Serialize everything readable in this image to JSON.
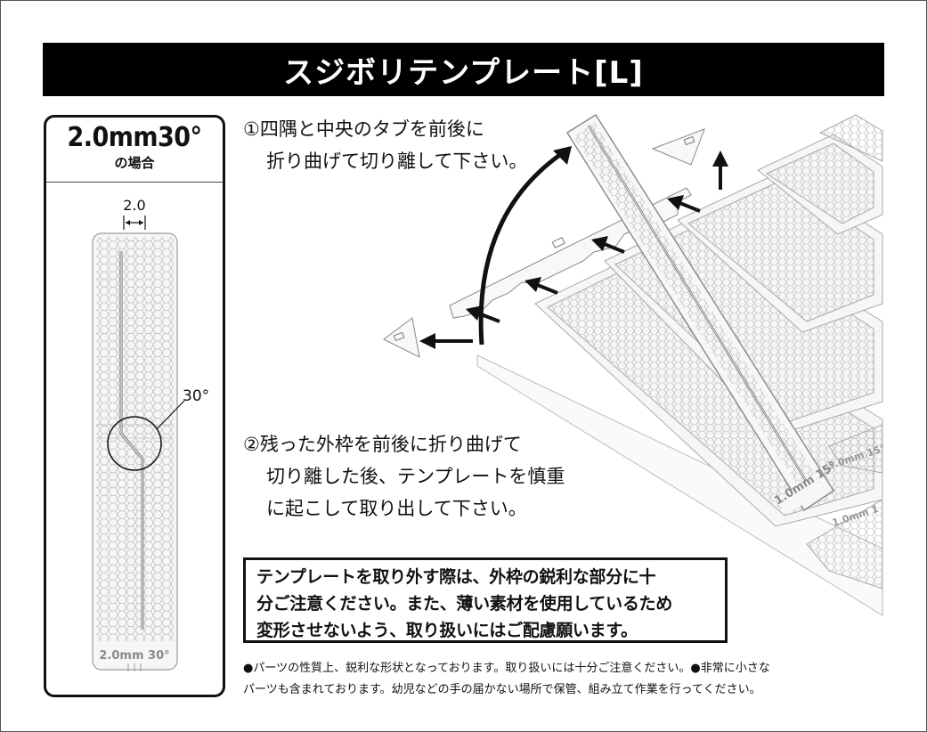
{
  "title": "スジボリテンプレート[L]",
  "side_panel": {
    "heading": "2.0mm30°",
    "subheading": "の場合",
    "dimension_label": "2.0",
    "angle_label": "30°",
    "engraving_label": "2.0mm 30°"
  },
  "steps": {
    "step1": {
      "line1": "①四隅と中央のタブを前後に",
      "line2": "折り曲げて切り離して下さい。"
    },
    "step2": {
      "line1": "②残った外枠を前後に折り曲げて",
      "line2": "切り離した後、テンプレートを慎重",
      "line3": "に起こして取り出して下さい。"
    }
  },
  "warning": {
    "line1": "テンプレートを取り外す際は、外枠の鋭利な部分に十",
    "line2": "分ご注意ください。また、薄い素材を使用しているため",
    "line3": "変形させないよう、取り扱いにはご配慮願います。"
  },
  "notes": {
    "line1": "●パーツの性質上、鋭利な形状となっております。取り扱いには十分ご注意ください。●非常に小さな",
    "line2": "パーツも含まれております。幼児などの手の届かない場所で保管、組み立て作業を行ってください。"
  },
  "illustration": {
    "template_label": "1.0mm 15°",
    "sheet_label_1": "3.0mm 15°",
    "sheet_label_2": "1.0mm 1"
  },
  "colors": {
    "title_bg": "#000000",
    "title_text": "#ffffff",
    "line": "#111111",
    "part_fill": "#f4f4f4",
    "part_stroke": "#8a8a8a"
  }
}
